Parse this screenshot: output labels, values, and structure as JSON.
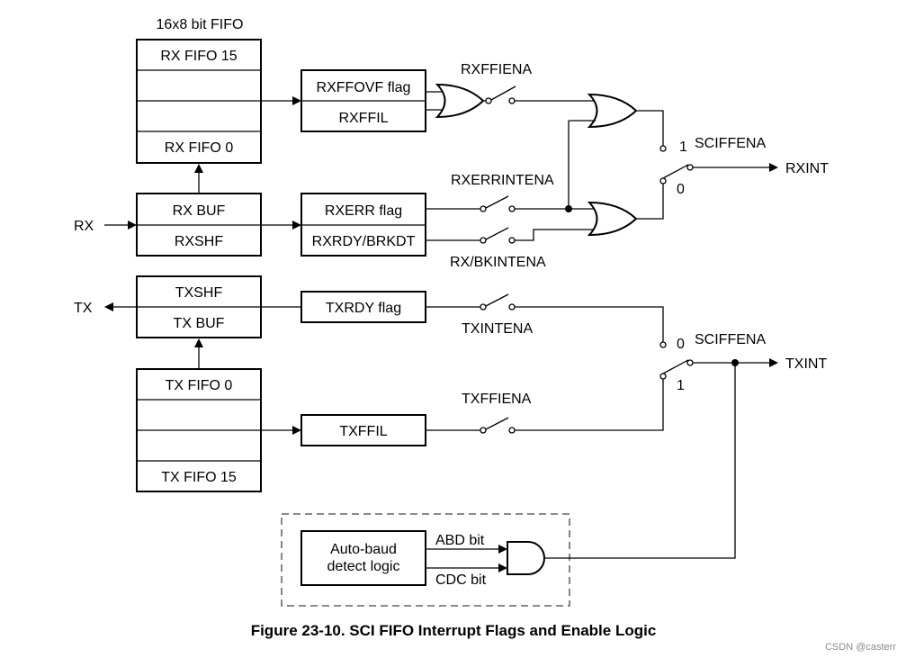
{
  "fifo": {
    "header": "16x8 bit  FIFO",
    "rx_top": "RX FIFO 15",
    "rx_bottom": "RX FIFO 0",
    "tx_top": "TX FIFO 0",
    "tx_bottom": "TX FIFO 15"
  },
  "rx": {
    "input_label": "RX",
    "buf": "RX BUF",
    "shf": "RXSHF"
  },
  "tx": {
    "output_label": "TX",
    "shf": "TXSHF",
    "buf": "TX BUF"
  },
  "flags": {
    "rxffovf": "RXFFOVF flag",
    "rxffil": "RXFFIL",
    "rxerr": "RXERR flag",
    "rxrdy": "RXRDY/BRKDT",
    "txrdy": "TXRDY flag",
    "txffil": "TXFFIL"
  },
  "enables": {
    "rxffiena": "RXFFIENA",
    "rxerrintena": "RXERRINTENA",
    "rxbkintena": "RX/BKINTENA",
    "txintena": "TXINTENA",
    "txffiena": "TXFFIENA"
  },
  "mux_rx": {
    "label": "SCIFFENA",
    "pos_top": "1",
    "pos_bottom": "0",
    "output": "RXINT"
  },
  "mux_tx": {
    "label": "SCIFFENA",
    "pos_top": "0",
    "pos_bottom": "1",
    "output": "TXINT"
  },
  "autobaud": {
    "line1": "Auto-baud",
    "line2": "detect logic",
    "abd": "ABD bit",
    "cdc": "CDC bit"
  },
  "caption": "Figure 23-10. SCI FIFO Interrupt Flags and Enable Logic",
  "watermark": "CSDN @casterr"
}
